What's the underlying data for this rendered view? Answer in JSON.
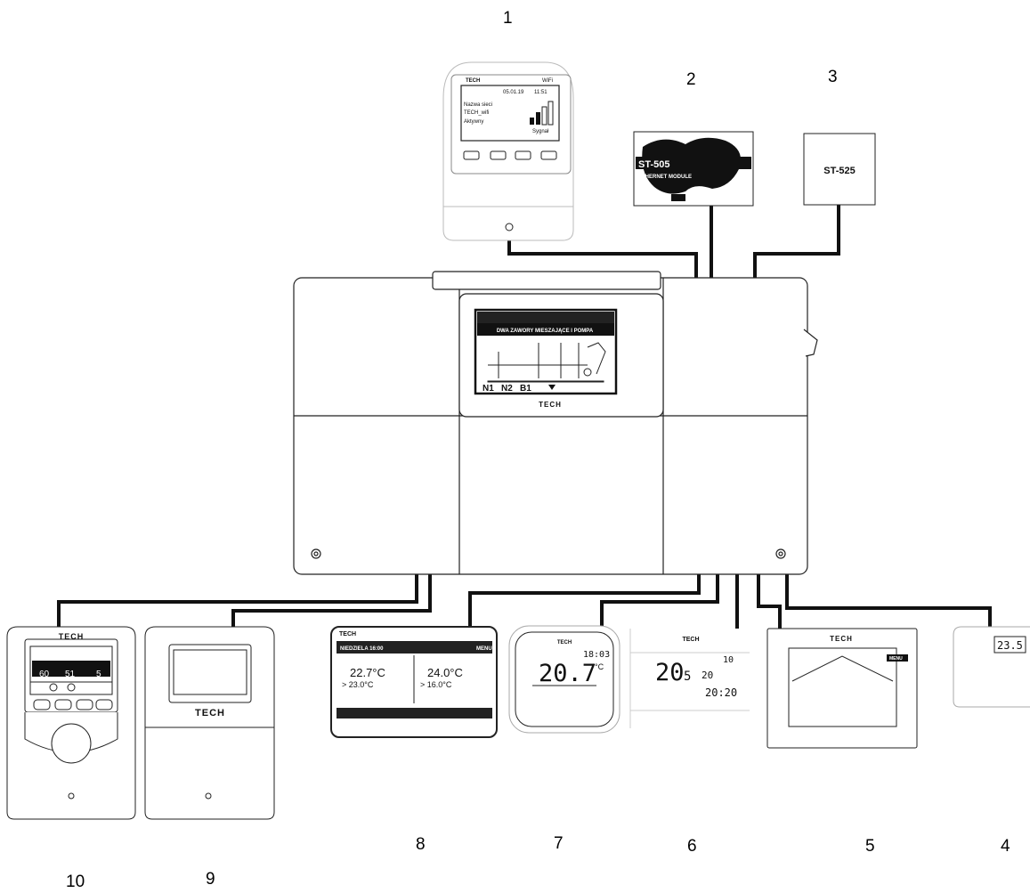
{
  "numbers": {
    "n1": "1",
    "n2": "2",
    "n3": "3",
    "n4": "4",
    "n5": "5",
    "n6": "6",
    "n7": "7",
    "n8": "8",
    "n9": "9",
    "n10": "10"
  },
  "brand": "TECH",
  "devices": {
    "d1": {
      "header_brand": "TECH",
      "header_wifi": "WiFi",
      "date": "05.01.19",
      "time": "11:51",
      "menu_line1": "Nazwa sieci",
      "menu_line2": "TECH_wifi",
      "menu_line3": "Aktywny",
      "signal_label": "Sygnał"
    },
    "d2": {
      "model": "ST-505",
      "subtitle": "ETHERNET MODULE"
    },
    "d3": {
      "model": "ST-525"
    },
    "d4": {
      "temp": "23.5"
    },
    "d5": {
      "brand": "TECH",
      "badge": "MENU"
    },
    "d6": {
      "brand": "TECH",
      "temp_main": "20",
      "temp_decimal": "5",
      "temp_set": "20",
      "outside": "10",
      "clock": "20:20"
    },
    "d7": {
      "brand": "TECH",
      "clock": "18:03",
      "temp": "20.7",
      "unit": "°C"
    },
    "d8": {
      "brand": "TECH",
      "header_day": "NIEDZIELA 16:00",
      "header_menu": "MENU",
      "left_temp": "22.7°C",
      "left_set": "> 23.0°C",
      "right_temp": "24.0°C",
      "right_set": "> 16.0°C"
    },
    "d9": {
      "brand": "TECH"
    },
    "d10": {
      "brand": "TECH",
      "v1": "60",
      "v2": "51",
      "v3": "5"
    },
    "main": {
      "brand": "TECH",
      "screen_title": "DWA ZAWORY MIESZAJĄCE I POMPA",
      "tabs": [
        "N1",
        "N2",
        "B1"
      ]
    }
  }
}
